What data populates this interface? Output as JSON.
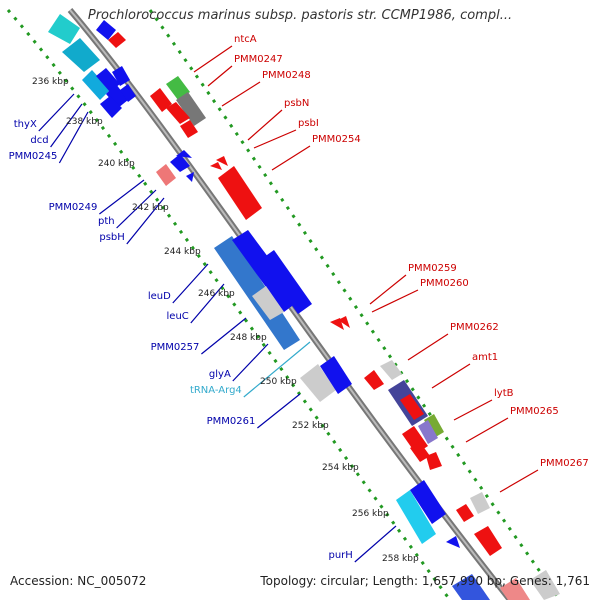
{
  "title": "Prochlorococcus marinus subsp. pastoris str. CCMP1986, compl...",
  "footer": {
    "accession": "Accession: NC_005072",
    "summary": "Topology: circular; Length: 1,657,990 bp; Genes: 1,761"
  },
  "ticks": [
    "236 kbp",
    "238 kbp",
    "240 kbp",
    "242 kbp",
    "244 kbp",
    "246 kbp",
    "248 kbp",
    "250 kbp",
    "252 kbp",
    "254 kbp",
    "256 kbp",
    "258 kbp"
  ],
  "labels": {
    "forward": [
      "ntcA",
      "PMM0247",
      "PMM0248",
      "psbN",
      "psbI",
      "PMM0254",
      "PMM0259",
      "PMM0260",
      "PMM0262",
      "amt1",
      "lytB",
      "PMM0265",
      "PMM0267"
    ],
    "reverse": [
      "thyX",
      "dcd",
      "PMM0245",
      "PMM0249",
      "pth",
      "psbH",
      "leuD",
      "leuC",
      "PMM0257",
      "glyA",
      "tRNA-Arg4",
      "PMM0261",
      "purH"
    ]
  },
  "colors": {
    "forward_label": "#cc0000",
    "reverse_label": "#0000aa",
    "trna_label": "#33aacc",
    "backbone": "#888888",
    "tick_dots": "#229922"
  }
}
